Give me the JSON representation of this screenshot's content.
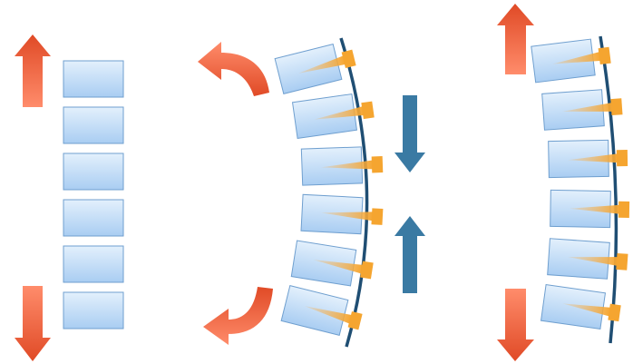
{
  "colors": {
    "block_fill_top": "#e3f0fc",
    "block_fill_bottom": "#a9cdf2",
    "block_stroke": "#6f9fcf",
    "screw": "#f5a530",
    "screw_light": "#fbc877",
    "rod": "#1f4e73",
    "arrow_red_top": "#ff8c6b",
    "arrow_red_bottom": "#e04a26",
    "arrow_blue": "#3a7aa3"
  },
  "panels": [
    {
      "id": "straight-column",
      "block_count": 6
    },
    {
      "id": "curved-column",
      "block_count": 6
    },
    {
      "id": "corrected-column",
      "block_count": 6
    }
  ]
}
